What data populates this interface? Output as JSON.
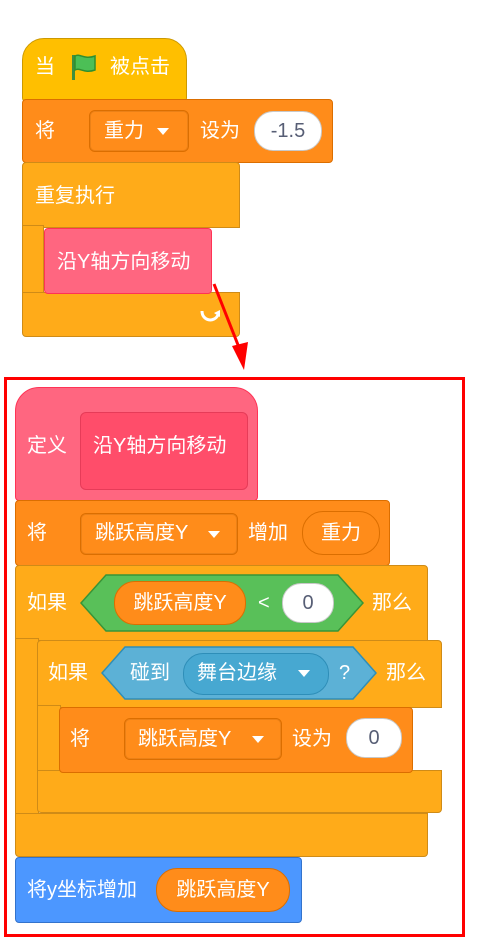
{
  "script_top": {
    "when_flag_clicked": {
      "prefix": "当",
      "suffix": "被点击",
      "icon": "green-flag-icon"
    },
    "set_var": {
      "prefix": "将",
      "variable": "重力",
      "middle": "设为",
      "value": "-1.5"
    },
    "forever": {
      "label": "重复执行",
      "icon": "loop-arrow-icon"
    },
    "call_custom": {
      "label": "沿Y轴方向移动"
    }
  },
  "definition": {
    "define": {
      "prefix": "定义",
      "name": "沿Y轴方向移动"
    },
    "change_var": {
      "prefix": "将",
      "variable": "跳跃高度Y",
      "middle": "增加",
      "reporter": "重力"
    },
    "if_outer": {
      "prefix": "如果",
      "suffix": "那么",
      "condition": {
        "left_reporter": "跳跃高度Y",
        "operator": "<",
        "right_value": "0"
      }
    },
    "if_inner": {
      "prefix": "如果",
      "suffix": "那么",
      "condition": {
        "prefix": "碰到",
        "target": "舞台边缘",
        "question": "?"
      }
    },
    "set_inner": {
      "prefix": "将",
      "variable": "跳跃高度Y",
      "middle": "设为",
      "value": "0"
    },
    "change_y": {
      "prefix": "将y坐标增加",
      "reporter": "跳跃高度Y"
    }
  },
  "colors": {
    "event": "#ffbf00",
    "variables": "#ff8c1a",
    "control": "#ffab19",
    "custom": "#ff6680",
    "motion": "#4c97ff",
    "sensing": "#5cb1d6",
    "operators": "#59c059",
    "highlight": "#ff0000",
    "arrow": "#ff0000"
  }
}
